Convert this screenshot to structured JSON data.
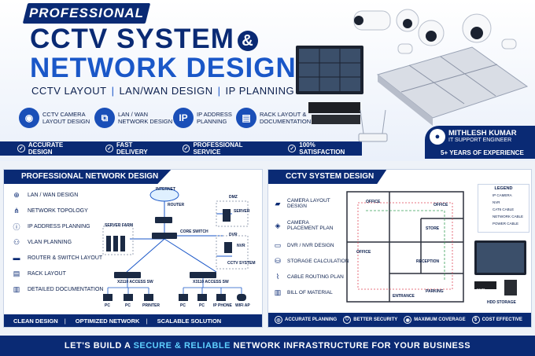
{
  "header": {
    "ribbon": "PROFESSIONAL",
    "title_line1": "CCTV SYSTEM",
    "amp": "&",
    "title_line2": "NETWORK DESIGN",
    "subtitle": [
      "CCTV LAYOUT",
      "LAN/WAN DESIGN",
      "IP PLANNING"
    ],
    "separator": "|"
  },
  "features": [
    {
      "icon": "camera-icon",
      "glyph": "◉",
      "label": "CCTV CAMERA LAYOUT DESIGN"
    },
    {
      "icon": "network-icon",
      "glyph": "⧉",
      "label": "LAN / WAN NETWORK DESIGN"
    },
    {
      "icon": "ip-icon",
      "glyph": "IP",
      "label": "IP ADDRESS PLANNING"
    },
    {
      "icon": "rack-icon",
      "glyph": "▤",
      "label": "RACK LAYOUT & DOCUMENTATION"
    }
  ],
  "badges": [
    "ACCURATE DESIGN",
    "FAST DELIVERY",
    "PROFESSIONAL SERVICE",
    "100% SATISFACTION"
  ],
  "profile": {
    "name": "MITHLESH KUMAR",
    "role": "IT SUPPORT ENGINEER",
    "experience": "5+ YEARS OF EXPERIENCE"
  },
  "network_panel": {
    "title": "PROFESSIONAL NETWORK DESIGN",
    "items": [
      {
        "icon": "globe-icon",
        "glyph": "⊕",
        "label": "LAN / WAN DESIGN"
      },
      {
        "icon": "topology-icon",
        "glyph": "⋔",
        "label": "NETWORK TOPOLOGY"
      },
      {
        "icon": "ip-icon",
        "glyph": "ⓘ",
        "label": "IP ADDRESS PLANNING"
      },
      {
        "icon": "vlan-icon",
        "glyph": "⚇",
        "label": "VLAN PLANNING"
      },
      {
        "icon": "router-icon",
        "glyph": "▬",
        "label": "ROUTER & SWITCH LAYOUT"
      },
      {
        "icon": "rack-icon",
        "glyph": "▤",
        "label": "RACK LAYOUT"
      },
      {
        "icon": "document-icon",
        "glyph": "▥",
        "label": "DETAILED DOCUMENTATION"
      }
    ],
    "diagram": {
      "internet": "INTERNET",
      "router": "ROUTER",
      "dmz": "DMZ",
      "server": "SERVER",
      "server_farm": "SERVER FARM",
      "core_switch": "CORE SWITCH",
      "dvr": "DVR",
      "nvr": "NVR",
      "cctv_system": "CCTV SYSTEM",
      "switch_a": "X2110 ACCESS SW",
      "switch_b": "X3110 ACCESS SW",
      "pc": "PC",
      "printer": "PRINTER",
      "ip_phone": "IP PHONE",
      "wifi_ap": "WIFI AP"
    },
    "footer": [
      "CLEAN DESIGN",
      "OPTIMIZED NETWORK",
      "SCALABLE SOLUTION"
    ]
  },
  "cctv_panel": {
    "title": "CCTV SYSTEM DESIGN",
    "items": [
      {
        "icon": "camera-icon",
        "glyph": "▰",
        "label": "CAMERA LAYOUT DESIGN"
      },
      {
        "icon": "location-pin-icon",
        "glyph": "◈",
        "label": "CAMERA PLACEMENT PLAN"
      },
      {
        "icon": "dvr-icon",
        "glyph": "▭",
        "label": "DVR / NVR DESIGN"
      },
      {
        "icon": "storage-icon",
        "glyph": "⛁",
        "label": "STORAGE CALCULATION"
      },
      {
        "icon": "cable-icon",
        "glyph": "⌇",
        "label": "CABLE ROUTING PLAN"
      },
      {
        "icon": "document-icon",
        "glyph": "▥",
        "label": "BILL OF MATERIAL"
      }
    ],
    "rooms": {
      "office1": "OFFICE",
      "office2": "OFFICE",
      "office3": "OFFICE",
      "store": "STORE",
      "reception": "RECEPTION",
      "entrance": "ENTRANCE",
      "parking": "PARKING"
    },
    "legend": {
      "title": "LEGEND",
      "items": [
        "IP CAMERA",
        "NVR",
        "CAT6 CABLE",
        "NETWORK CABLE",
        "POWER CABLE"
      ]
    },
    "nvr_label": "NVR",
    "hdd_label": "HDD STORAGE",
    "footer": [
      "ACCURATE PLANNING",
      "BETTER SECURITY",
      "MAXIMUM COVERAGE",
      "COST EFFECTIVE"
    ]
  },
  "cta": {
    "pre": "LET'S BUILD A ",
    "highlight": "SECURE & RELIABLE",
    "post": " NETWORK INFRASTRUCTURE FOR YOUR BUSINESS"
  },
  "colors": {
    "navy": "#0a2a74",
    "blue": "#1a57c8",
    "accent": "#5fd0ff"
  }
}
